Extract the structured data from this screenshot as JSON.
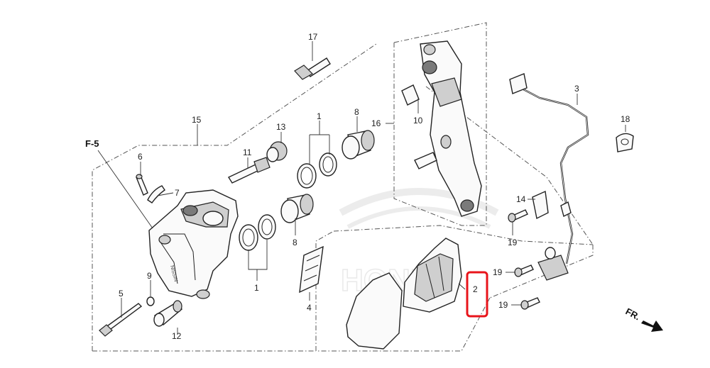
{
  "diagram": {
    "ref_label": "F-5",
    "direction_label": "FR.",
    "callouts": [
      {
        "id": "c1a",
        "text": "1"
      },
      {
        "id": "c1b",
        "text": "1"
      },
      {
        "id": "c2",
        "text": "2"
      },
      {
        "id": "c3",
        "text": "3"
      },
      {
        "id": "c4",
        "text": "4"
      },
      {
        "id": "c5",
        "text": "5"
      },
      {
        "id": "c6",
        "text": "6"
      },
      {
        "id": "c7",
        "text": "7"
      },
      {
        "id": "c8a",
        "text": "8"
      },
      {
        "id": "c8b",
        "text": "8"
      },
      {
        "id": "c9",
        "text": "9"
      },
      {
        "id": "c10",
        "text": "10"
      },
      {
        "id": "c11",
        "text": "11"
      },
      {
        "id": "c12",
        "text": "12"
      },
      {
        "id": "c13",
        "text": "13"
      },
      {
        "id": "c14",
        "text": "14"
      },
      {
        "id": "c15",
        "text": "15"
      },
      {
        "id": "c16",
        "text": "16"
      },
      {
        "id": "c17",
        "text": "17"
      },
      {
        "id": "c18",
        "text": "18"
      },
      {
        "id": "c19a",
        "text": "19"
      },
      {
        "id": "c19b",
        "text": "19"
      },
      {
        "id": "c19c",
        "text": "19"
      }
    ],
    "highlight": {
      "target": "2",
      "color": "#e8141b"
    },
    "caliper_marking": "NISSIN",
    "watermark": "HONDA"
  }
}
